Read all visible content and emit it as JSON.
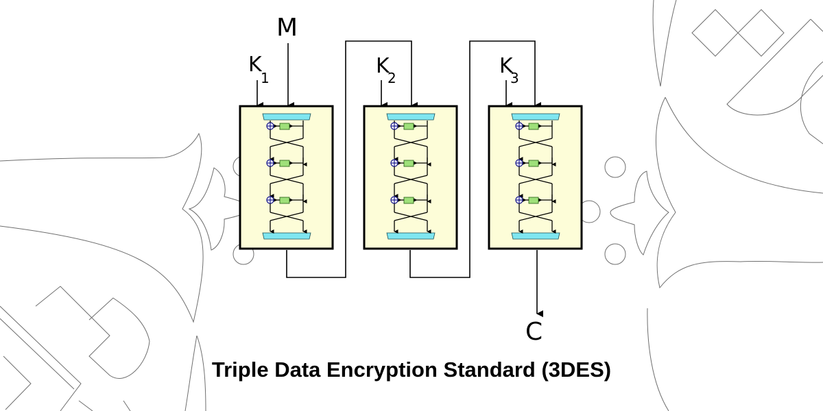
{
  "diagram": {
    "title": "Triple Data Encryption Standard (3DES)",
    "input_label": "M",
    "output_label": "C",
    "stages": [
      {
        "key_letter": "K",
        "key_index": "1",
        "rounds": 3
      },
      {
        "key_letter": "K",
        "key_index": "2",
        "rounds": 3
      },
      {
        "key_letter": "K",
        "key_index": "3",
        "rounds": 3
      }
    ],
    "colors": {
      "box_fill": "#fdfdd8",
      "permutation_bar": "#7fe6f0",
      "f_function": "#9fe07a",
      "xor_stroke": "#1a1a8c",
      "background_ornament": "#6e6e6e"
    }
  }
}
